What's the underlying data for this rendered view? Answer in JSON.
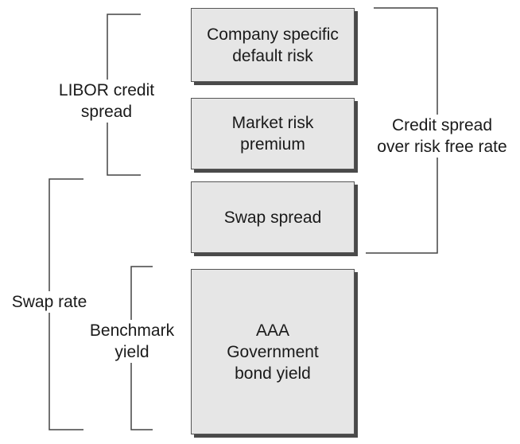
{
  "layers": {
    "company_specific": "Company specific\ndefault risk",
    "market_risk": "Market risk\npremium",
    "swap_spread": "Swap spread",
    "government_yield": "AAA\nGovernment\nbond yield"
  },
  "brackets": {
    "libor_credit_spread": "LIBOR credit\nspread",
    "credit_spread_over_risk_free": "Credit spread\nover risk free rate",
    "swap_rate": "Swap rate",
    "benchmark_yield": "Benchmark\nyield"
  }
}
